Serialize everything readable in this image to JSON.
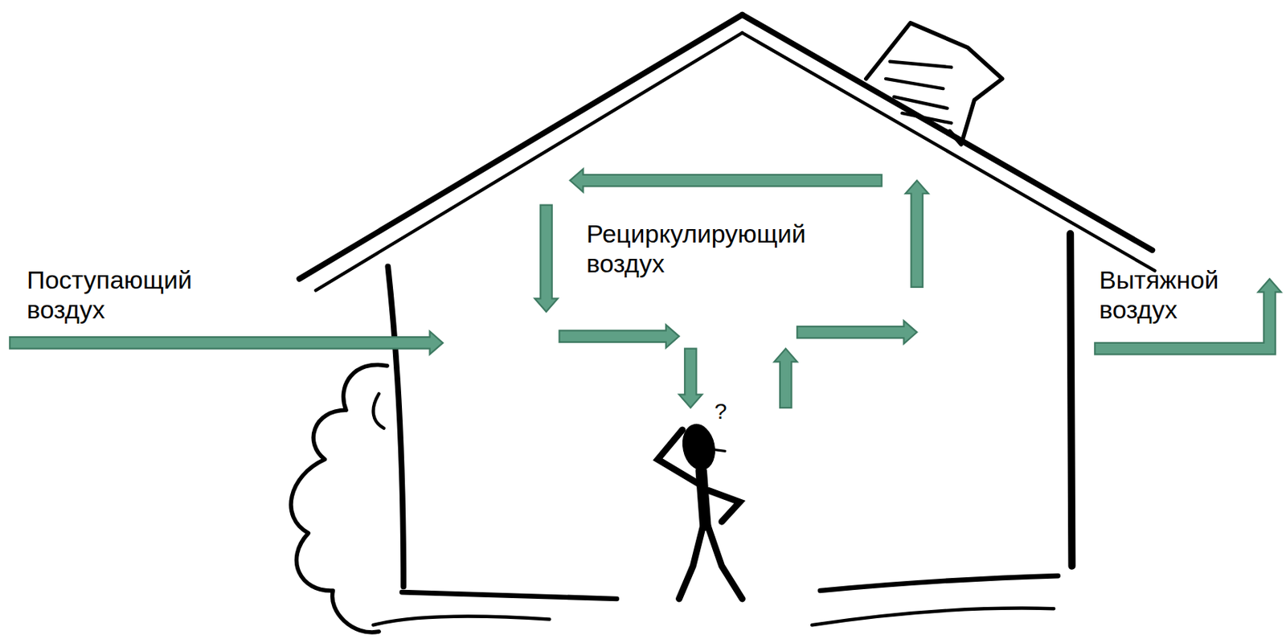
{
  "diagram": {
    "labels": [
      "Поступающий воздух",
      "Рециркулирующий воздух",
      "?",
      "Вытяжной воздух"
    ]
  }
}
